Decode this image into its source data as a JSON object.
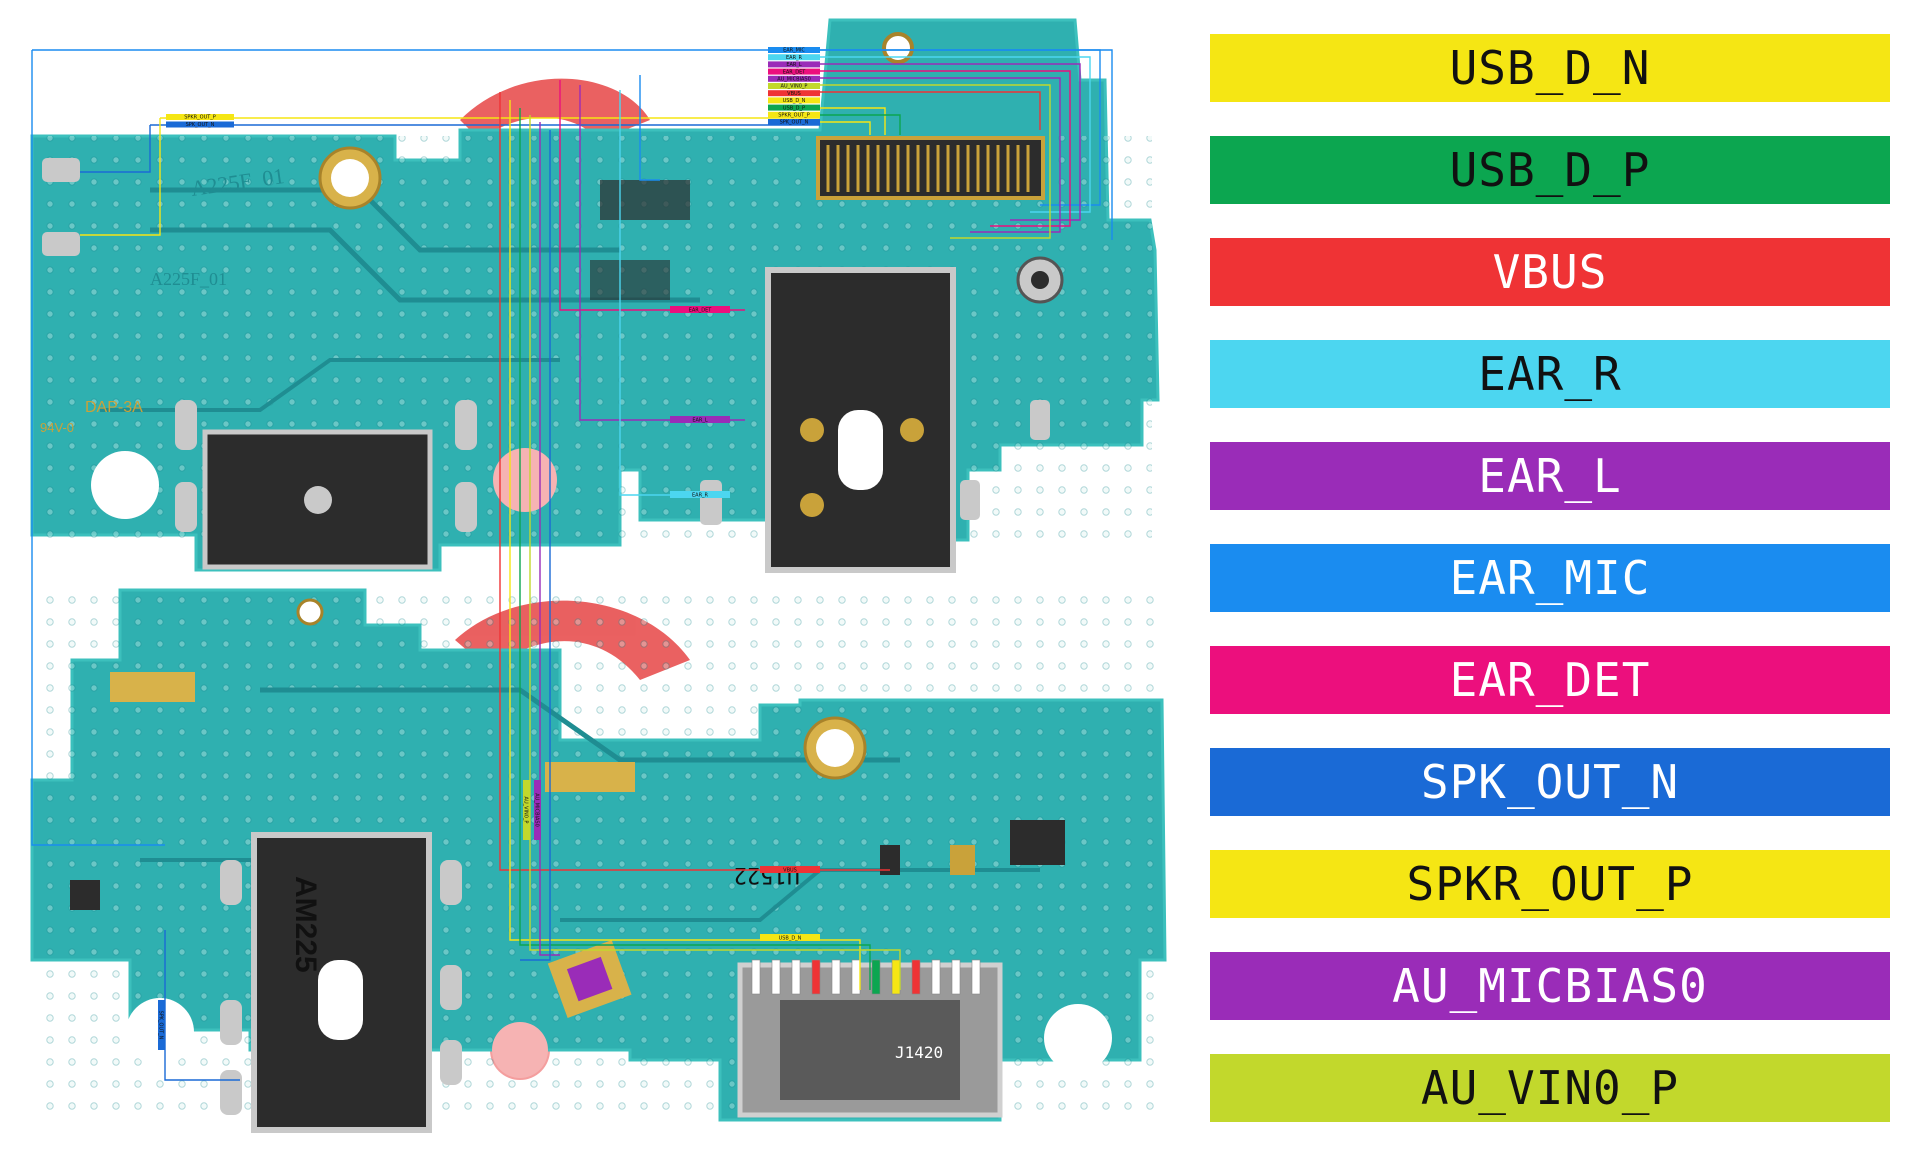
{
  "board": {
    "silkscreen_top_1": "A225F_01",
    "silkscreen_top_2": "A225F_01",
    "silkscreen_dap": "DAP-3A",
    "silkscreen_rev": "94V-0",
    "silkscreen_bottom_1": "J1420",
    "silkscreen_bottom_2": "AM225",
    "silkscreen_chip": "U1522"
  },
  "legend": [
    {
      "label": "USB_D_N",
      "color": "#f5e614",
      "text_color": "#111111"
    },
    {
      "label": "USB_D_P",
      "color": "#0ca650",
      "text_color": "#111111"
    },
    {
      "label": "VBUS",
      "color": "#ef3335",
      "text_color": "#ffffff"
    },
    {
      "label": "EAR_R",
      "color": "#4cd6f0",
      "text_color": "#111111"
    },
    {
      "label": "EAR_L",
      "color": "#9a2cb8",
      "text_color": "#ffffff"
    },
    {
      "label": "EAR_MIC",
      "color": "#1a8cf0",
      "text_color": "#ffffff"
    },
    {
      "label": "EAR_DET",
      "color": "#ec0f7d",
      "text_color": "#ffffff"
    },
    {
      "label": "SPK_OUT_N",
      "color": "#1a6ad6",
      "text_color": "#ffffff"
    },
    {
      "label": "SPKR_OUT_P",
      "color": "#f5e614",
      "text_color": "#111111"
    },
    {
      "label": "AU_MICBIAS0",
      "color": "#9a2cb8",
      "text_color": "#ffffff"
    },
    {
      "label": "AU_VIN0_P",
      "color": "#c2d82c",
      "text_color": "#111111"
    }
  ],
  "connector_labels": [
    {
      "label": "EAR_MIC",
      "color": "#1a8cf0"
    },
    {
      "label": "EAR_R",
      "color": "#4cd6f0"
    },
    {
      "label": "EAR_L",
      "color": "#9a2cb8"
    },
    {
      "label": "EAR_DET",
      "color": "#ec0f7d"
    },
    {
      "label": "AU_MICBIAS0",
      "color": "#9a2cb8"
    },
    {
      "label": "AU_VIN0_P",
      "color": "#c2d82c"
    },
    {
      "label": "VBUS",
      "color": "#ef3335"
    },
    {
      "label": "USB_D_N",
      "color": "#f5e614"
    },
    {
      "label": "USB_D_P",
      "color": "#0ca650"
    },
    {
      "label": "SPKR_OUT_P",
      "color": "#f5e614"
    },
    {
      "label": "SPK_OUT_N",
      "color": "#1a6ad6"
    }
  ],
  "speaker_labels": [
    {
      "label": "SPKR_OUT_P",
      "color": "#f5e614"
    },
    {
      "label": "SPK_OUT_N",
      "color": "#1a6ad6"
    }
  ],
  "jack_labels": [
    {
      "label": "EAR_DET",
      "color": "#ec0f7d"
    },
    {
      "label": "EAR_L",
      "color": "#9a2cb8"
    },
    {
      "label": "EAR_R",
      "color": "#4cd6f0"
    }
  ],
  "bottom_labels": [
    {
      "label": "USB_D_N",
      "color": "#f5e614"
    },
    {
      "label": "VBUS",
      "color": "#ef3335"
    },
    {
      "label": "AU_VIN0_P",
      "color": "#c2d82c"
    },
    {
      "label": "AU_MICBIAS0",
      "color": "#9a2cb8"
    },
    {
      "label": "SPK_OUT_N",
      "color": "#1a6ad6"
    }
  ],
  "usb_pin_colors": [
    "#ffffff",
    "#ffffff",
    "#ffffff",
    "#ef3335",
    "#ffffff",
    "#ffffff",
    "#0ca650",
    "#f5e614",
    "#ef3335",
    "#ffffff",
    "#ffffff",
    "#ffffff"
  ],
  "colors": {
    "pcb": "#2fb0b0",
    "pcb_dark": "#1f8d92",
    "pcb_edge": "#3cc0bd",
    "metal": "#c9c9c9",
    "connector": "#2c2c2c",
    "gold": "#c9a23a",
    "watermark": "#e03a3a"
  }
}
